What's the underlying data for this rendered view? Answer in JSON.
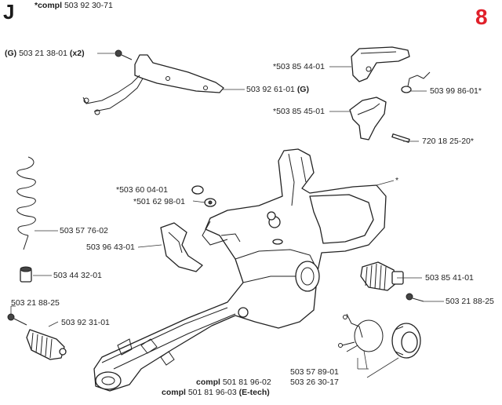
{
  "header": {
    "section_letter": "J",
    "compl_prefix": "*compl",
    "compl_number": "503 92 30-71",
    "page_number": "8",
    "page_number_color": "#e0202a"
  },
  "callouts": {
    "g_bolt": {
      "prefix": "(G)",
      "number": "503 21 38-01",
      "qty": "(x2)"
    },
    "handle_cover": {
      "number": "503 92 61-01",
      "suffix": "(G)"
    },
    "trigger_upper": {
      "number": "*503 85 44-01"
    },
    "spring_wire": {
      "number": "503 99 86-01*"
    },
    "trigger_lower": {
      "number": "*503 85 45-01"
    },
    "pin": {
      "number": "720 18 25-20*"
    },
    "handle_assembly": {
      "number": "*"
    },
    "nut_1": {
      "number": "*503 60 04-01"
    },
    "nut_2": {
      "number": "*501 62 98-01"
    },
    "coil_spring": {
      "number": "503 57 76-02"
    },
    "throttle_lockout": {
      "number": "503 96 43-01"
    },
    "small_buffer": {
      "number": "503 44 32-01"
    },
    "av_buffer_right": {
      "number": "503 85 41-01"
    },
    "screw_left": {
      "number": "503 21 88-25"
    },
    "screw_right": {
      "number": "503 21 88-25"
    },
    "av_spring_left": {
      "number": "503 92 31-01"
    },
    "clip": {
      "number": "503 57 89-01"
    },
    "cap": {
      "number": "503 26 30-17"
    },
    "compl_1": {
      "prefix": "compl",
      "number": "501 81 96-02"
    },
    "compl_2": {
      "prefix": "compl",
      "number": "501 81 96-03",
      "suffix": "(E-tech)"
    }
  },
  "icons": {
    "parts_drawing": "exploded-rear-handle-diagram"
  }
}
